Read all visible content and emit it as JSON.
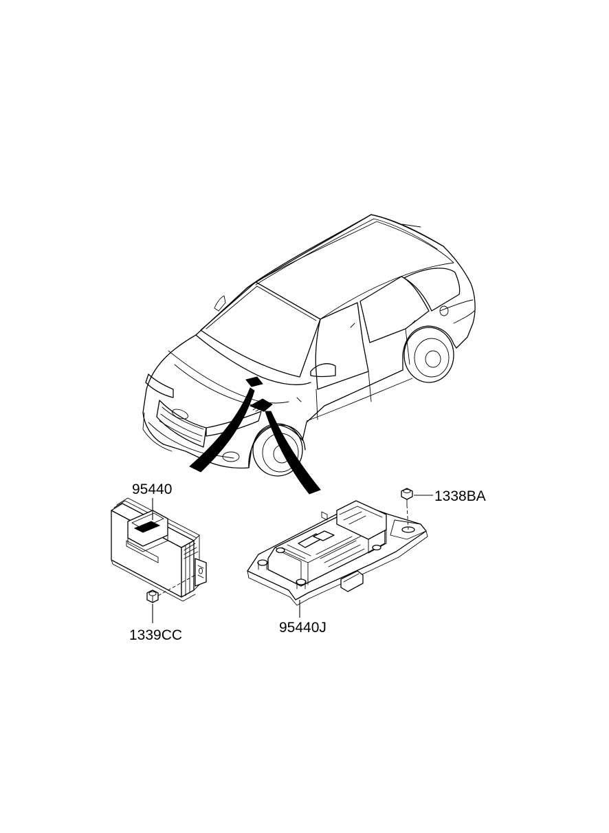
{
  "parts": {
    "control_unit": {
      "part_number": "95440"
    },
    "control_unit_bracket": {
      "part_number": "95440J"
    },
    "nut": {
      "part_number": "1339CC"
    },
    "bolt": {
      "part_number": "1338BA"
    }
  }
}
